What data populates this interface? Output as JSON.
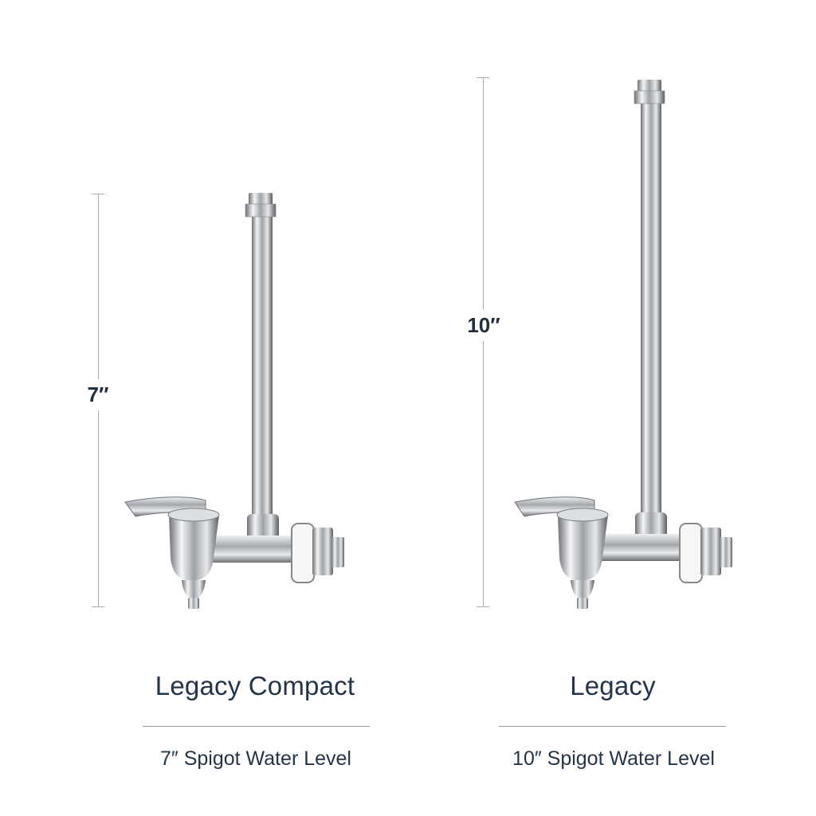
{
  "products": [
    {
      "name": "Legacy Compact",
      "height_label": "7″",
      "description": "7″ Spigot Water Level"
    },
    {
      "name": "Legacy",
      "height_label": "10″",
      "description": "10″ Spigot Water Level"
    }
  ],
  "colors": {
    "text": "#24354a",
    "dimension_line": "#a9a9a9",
    "steel": "#c9ccd0"
  },
  "icons": [
    "spigot-icon",
    "dimension-icon"
  ]
}
